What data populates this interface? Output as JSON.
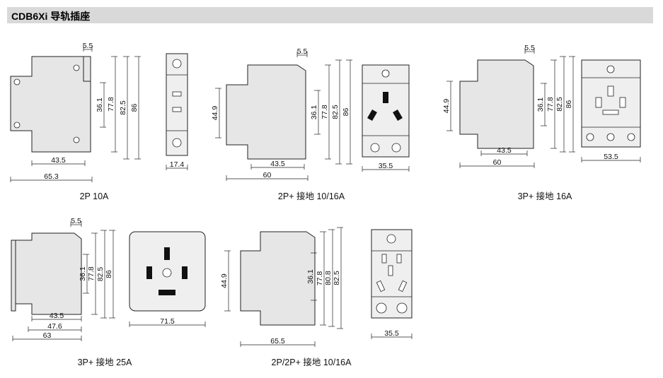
{
  "header": {
    "title": "CDB6Xi 导轨插座"
  },
  "figures": [
    {
      "caption": "2P 10A",
      "dims": [
        "5.5",
        "36.1",
        "77.8",
        "82.5",
        "86",
        "43.5",
        "65.3",
        "17.4"
      ]
    },
    {
      "caption": "2P+ 接地 10/16A",
      "dims": [
        "5.5",
        "44.9",
        "36.1",
        "77.8",
        "82.5",
        "86",
        "43.5",
        "60",
        "35.5"
      ]
    },
    {
      "caption": "3P+ 接地 16A",
      "dims": [
        "5.5",
        "44.9",
        "36.1",
        "77.8",
        "82.5",
        "86",
        "43.5",
        "60",
        "53.5"
      ]
    },
    {
      "caption": "3P+ 接地 25A",
      "dims": [
        "5.5",
        "36.1",
        "77.8",
        "82.5",
        "86",
        "43.5",
        "47.6",
        "63",
        "71.5"
      ]
    },
    {
      "caption": "2P/2P+ 接地 10/16A",
      "dims": [
        "44.9",
        "36.1",
        "77.8",
        "80.8",
        "82.5",
        "65.5",
        "35.5"
      ]
    }
  ],
  "colors": {
    "header_bg": "#d9d9d9",
    "accent_dim": "#8b1a1a"
  }
}
